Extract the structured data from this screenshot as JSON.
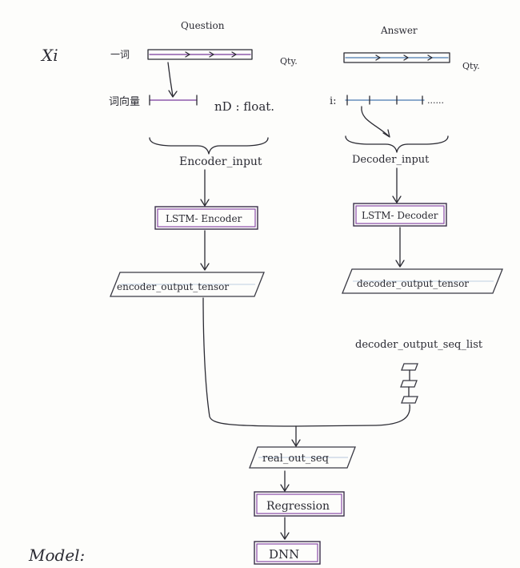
{
  "labels": {
    "question": "Question",
    "answer": "Answer",
    "xi": "Xi",
    "one_word": "一词",
    "qty_left": "Qty.",
    "qty_right": "Qty.",
    "word_vector": "词向量",
    "nd_float": "nD : float.",
    "i_prefix": "i:",
    "dots": "......",
    "encoder_input": "Encoder_input",
    "decoder_input": "Decoder_input",
    "lstm_encoder": "LSTM- Encoder",
    "lstm_decoder": "LSTM- Decoder",
    "encoder_output_tensor": "encoder_output_tensor",
    "decoder_output_tensor": "decoder_output_tensor",
    "decoder_output_seq_list": "decoder_output_seq_list",
    "real_out_seq": "real_out_seq",
    "regression": "Regression",
    "dnn": "DNN",
    "model": "Model:"
  },
  "colors": {
    "ink": "#2b2b33",
    "purple": "#7a3b9c",
    "blue": "#4a78b0"
  }
}
